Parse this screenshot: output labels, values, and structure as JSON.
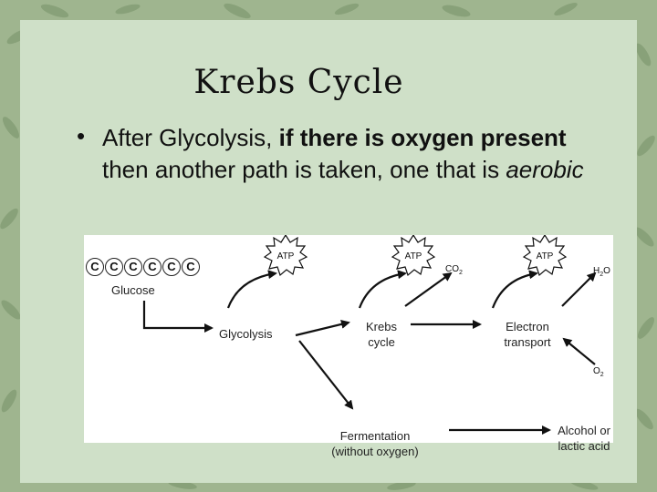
{
  "slide": {
    "title": "Krebs Cycle",
    "bullet": {
      "symbol": "•",
      "text_1": "After Glycolysis, ",
      "bold_1": "if there is oxygen present",
      "text_2": " then another path is taken, one that is ",
      "italic_1": "aerobic"
    }
  },
  "diagram": {
    "carbon_symbol": "C",
    "carbon_count": 6,
    "glucose": "Glucose",
    "glycolysis": "Glycolysis",
    "krebs_line1": "Krebs",
    "krebs_line2": "cycle",
    "electron_line1": "Electron",
    "electron_line2": "transport",
    "fermentation_line1": "Fermentation",
    "fermentation_line2": "(without oxygen)",
    "alcohol_line1": "Alcohol or",
    "alcohol_line2": "lactic acid",
    "atp_label": "ATP",
    "co2_label": "CO",
    "co2_sub": "2",
    "h2o_label_a": "H",
    "h2o_sub": "2",
    "h2o_label_b": "O",
    "o2_label": "O",
    "o2_sub": "2"
  },
  "colors": {
    "background": "#9fb58f",
    "panel": "#cfe0c8",
    "diagram_bg": "#ffffff",
    "ink": "#111111"
  }
}
